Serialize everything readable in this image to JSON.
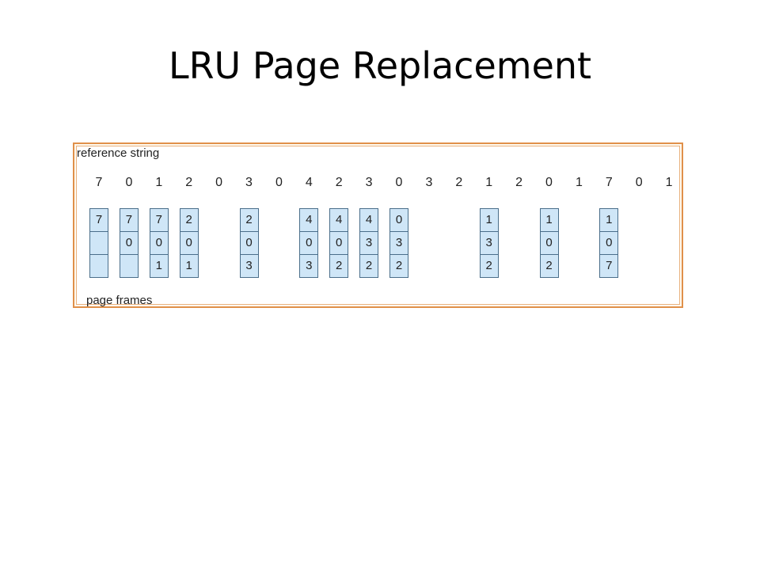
{
  "slide": {
    "title": "LRU Page Replacement"
  },
  "diagram": {
    "reference_label": "reference string",
    "frames_label": "page frames",
    "reference_string": [
      "7",
      "0",
      "1",
      "2",
      "0",
      "3",
      "0",
      "4",
      "2",
      "3",
      "0",
      "3",
      "2",
      "1",
      "2",
      "0",
      "1",
      "7",
      "0",
      "1"
    ],
    "frame_columns": [
      {
        "ref_index": 0,
        "values": [
          "7",
          "",
          ""
        ]
      },
      {
        "ref_index": 1,
        "values": [
          "7",
          "0",
          ""
        ]
      },
      {
        "ref_index": 2,
        "values": [
          "7",
          "0",
          "1"
        ]
      },
      {
        "ref_index": 3,
        "values": [
          "2",
          "0",
          "1"
        ]
      },
      {
        "ref_index": 5,
        "values": [
          "2",
          "0",
          "3"
        ]
      },
      {
        "ref_index": 7,
        "values": [
          "4",
          "0",
          "3"
        ]
      },
      {
        "ref_index": 8,
        "values": [
          "4",
          "0",
          "2"
        ]
      },
      {
        "ref_index": 9,
        "values": [
          "4",
          "3",
          "2"
        ]
      },
      {
        "ref_index": 10,
        "values": [
          "0",
          "3",
          "2"
        ]
      },
      {
        "ref_index": 13,
        "values": [
          "1",
          "3",
          "2"
        ]
      },
      {
        "ref_index": 15,
        "values": [
          "1",
          "0",
          "2"
        ]
      },
      {
        "ref_index": 17,
        "values": [
          "1",
          "0",
          "7"
        ]
      }
    ],
    "colors": {
      "frame_fill": "#cfe6f7",
      "frame_border": "#4a6e8a",
      "panel_border": "#e0904a"
    }
  }
}
